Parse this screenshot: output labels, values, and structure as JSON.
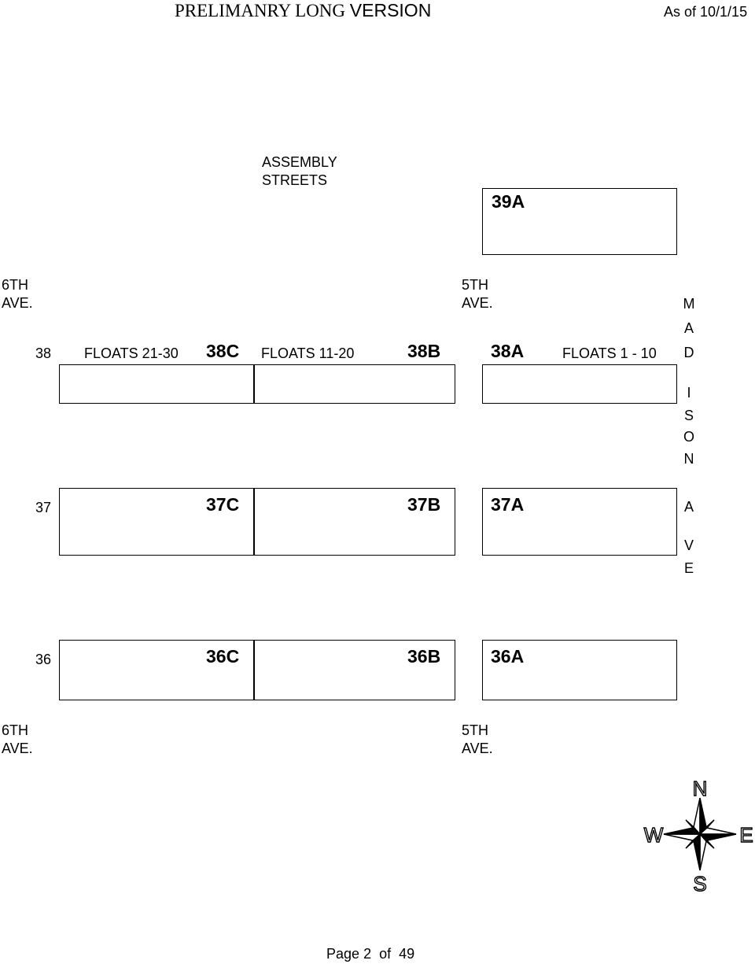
{
  "header": {
    "title_part1": "PRELIMANRY LONG ",
    "title_part2": "VERSION",
    "as_of": "As of 10/1/15"
  },
  "assembly_label": {
    "line1": "ASSEMBLY",
    "line2": "STREETS"
  },
  "streets": {
    "sixth_ave": {
      "line1": "6TH",
      "line2": "AVE."
    },
    "fifth_ave": {
      "line1": "5TH",
      "line2": "AVE."
    },
    "madison_letters": [
      "M",
      "A",
      "D",
      "I",
      "S",
      "O",
      "N",
      "A",
      "V",
      "E"
    ]
  },
  "rows": {
    "r39": {
      "a": "39A"
    },
    "r38": {
      "number": "38",
      "a": "38A",
      "b": "38B",
      "c": "38C",
      "floats_c": "FLOATS 21-30",
      "floats_b": "FLOATS 11-20",
      "floats_a": "FLOATS 1 - 10"
    },
    "r37": {
      "number": "37",
      "a": "37A",
      "b": "37B",
      "c": "37C"
    },
    "r36": {
      "number": "36",
      "a": "36A",
      "b": "36B",
      "c": "36C"
    }
  },
  "compass": {
    "n": "N",
    "s": "S",
    "e": "E",
    "w": "W"
  },
  "footer": {
    "page_label": "Page",
    "page_number": "2",
    "of_label": "of",
    "total_pages": "49"
  }
}
